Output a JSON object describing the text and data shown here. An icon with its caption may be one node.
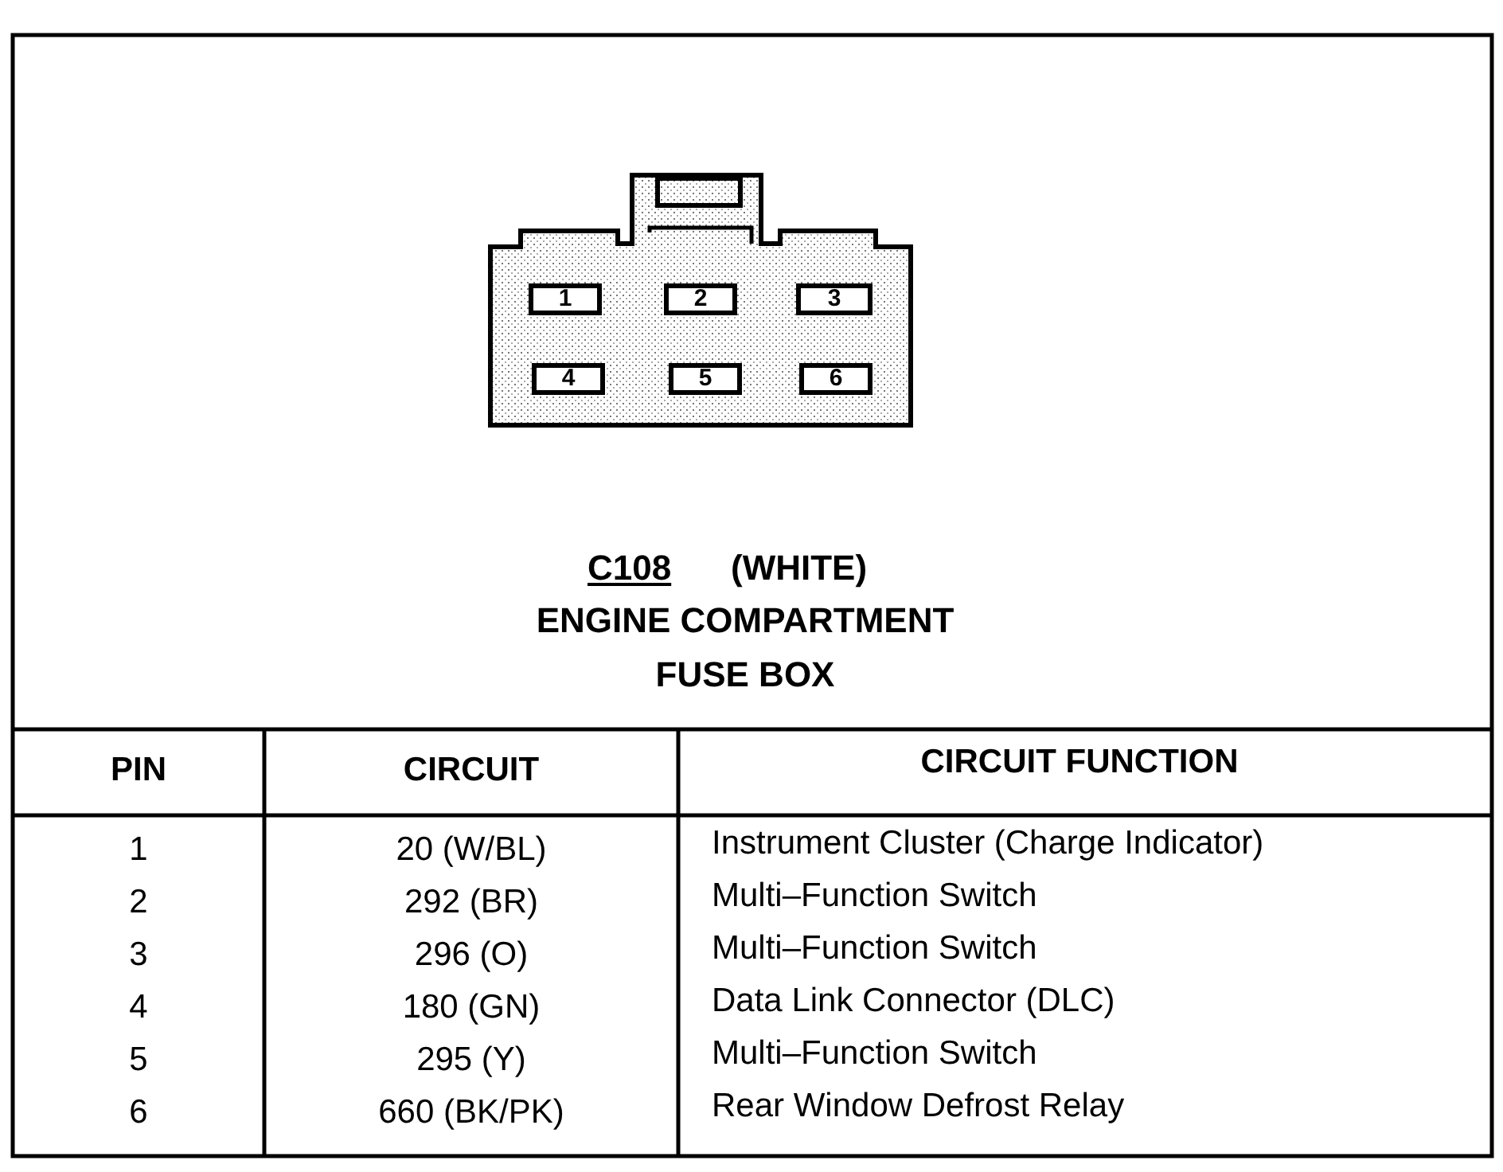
{
  "diagram": {
    "nodes": [
      {
        "text": [],
        "shape": "box"
      },
      {
        "text": [
          "1"
        ],
        "in": 0
      },
      {
        "text": [
          "2"
        ],
        "in": 0
      },
      {
        "text": [
          "3"
        ],
        "in": 0
      },
      {
        "text": [
          "4"
        ],
        "in": 0
      },
      {
        "text": [
          "5"
        ],
        "in": 0
      },
      {
        "text": [
          "6"
        ],
        "in": 0
      }
    ],
    "edges": [],
    "labels": [
      "C108",
      "(WHITE)",
      "ENGINE COMPARTMENT",
      "FUSE BOX",
      "PIN",
      "CIRCUIT",
      "CIRCUIT FUNCTION",
      "1",
      "20 (W/BL)",
      "Instrument Cluster (Charge Indicator)",
      "2",
      "292 (BR)",
      "Multi–Function Switch",
      "3",
      "296 (O)",
      "Multi–Function Switch",
      "4",
      "180 (GN)",
      "Data Link Connector (DLC)",
      "5",
      "295 (Y)",
      "Multi–Function Switch",
      "6",
      "660 (BK/PK)",
      "Rear Window Defrost Relay"
    ]
  }
}
